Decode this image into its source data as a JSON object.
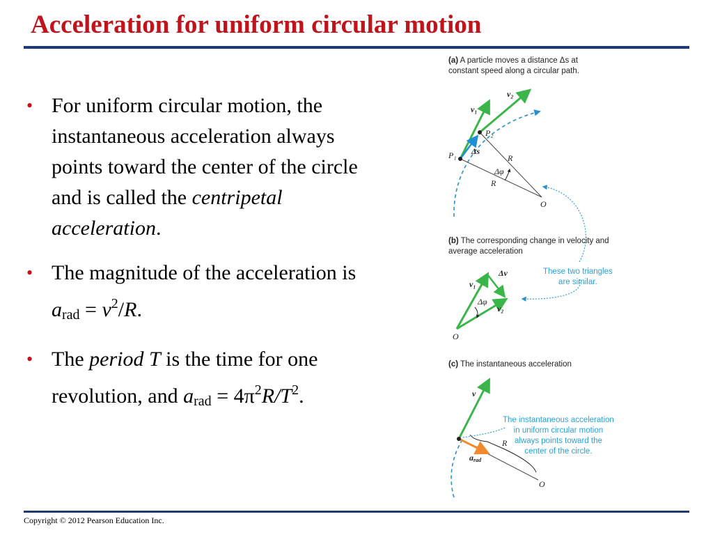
{
  "slide": {
    "title": "Acceleration for uniform circular motion",
    "footer": "Copyright © 2012 Pearson Education Inc."
  },
  "bullets": [
    {
      "mark": "•",
      "text1": "For uniform circular motion, the instantaneous acceleration always points toward the center of the circle and is called the ",
      "em1": "centripetal acceleration",
      "text2": "."
    },
    {
      "mark": "•",
      "text1": "The magnitude of the acceleration is ",
      "a": "a",
      "rad": "rad",
      "eq": " = ",
      "v": "v",
      "sq": "2",
      "slash": "/",
      "R": "R",
      "end": "."
    },
    {
      "mark": "•",
      "text1": "The ",
      "em1": "period T",
      "text2": " is the time for one revolution, and ",
      "a": "a",
      "rad": "rad",
      "eq": " = 4π",
      "sq": "2",
      "RT": "R/T",
      "sq2": "2",
      "end": "."
    }
  ],
  "figure": {
    "a": {
      "tag": "(a)",
      "caption_line1": "A particle moves a distance Δs at",
      "caption_line2": "constant speed along a circular path.",
      "v1": "v₁",
      "v2": "v₂",
      "p1": "P₁",
      "p2": "P₂",
      "ds": "Δs",
      "R1": "R",
      "R2": "R",
      "dphi": "Δφ",
      "O": "O"
    },
    "b": {
      "tag": "(b)",
      "caption_line1": "The corresponding change in velocity and",
      "caption_line2": "average acceleration",
      "dv": "Δv",
      "v1": "v₁",
      "v2": "v₂",
      "dphi": "Δφ",
      "O": "O",
      "note_line1": "These two triangles",
      "note_line2": "are similar."
    },
    "c": {
      "tag": "(c)",
      "caption": "The instantaneous acceleration",
      "v": "v",
      "R": "R",
      "arad": "a",
      "arad_sub": "rad",
      "O": "O",
      "note_line1": "The instantaneous acceleration",
      "note_line2": "in uniform circular motion",
      "note_line3": "always points toward the",
      "note_line4": "center of the circle."
    },
    "colors": {
      "velocity": "#3ab54a",
      "displacement": "#1f8fd6",
      "acceleration": "#f08a2c",
      "path": "#2a8fd0",
      "note": "#2aa0d8"
    }
  }
}
